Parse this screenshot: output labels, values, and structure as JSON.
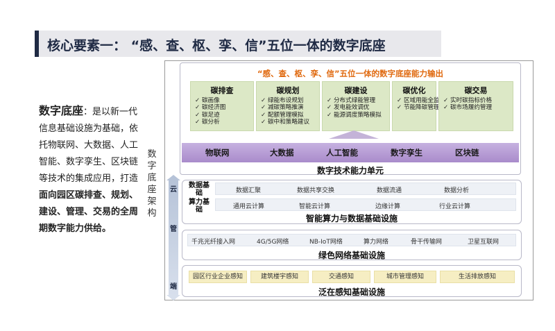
{
  "page": {
    "title": "核心要素一：  “感、查、枢、孪、信”五位一体的数字底座"
  },
  "intro": {
    "heading": "数字底座",
    "text_a": "：是以新一代信息基础设施为基础，依托物联网、大数据、人工智能、数字孪生、区块链等技术的集成应用，打造",
    "text_b": "面向园区碳排查、规划、建设、管理、交易的全周期数字能力供给。",
    "side_label": "数字底座架构"
  },
  "diagram": {
    "top_heading": "“感、查、枢、孪、信”五位一体的数字底座能力输出",
    "capabilities": [
      {
        "title": "碳排查",
        "items": [
          "碳画像",
          "碳经济图",
          "碳足迹",
          "碳分析"
        ]
      },
      {
        "title": "碳规划",
        "items": [
          "绿能布设规划",
          "减碳策略推演",
          "配额管理模拟",
          "碳中和策略建议"
        ]
      },
      {
        "title": "碳建设",
        "items": [
          "分布式绿能管理",
          "发电能效调优",
          "能源调度策略模拟"
        ]
      },
      {
        "title": "碳优化",
        "items": [
          "区域用能全监控",
          "节能降碳管理"
        ]
      },
      {
        "title": "碳交易",
        "items": [
          "实时碳指标价格",
          "碳市场履约管理"
        ]
      }
    ],
    "tech_items": [
      "物联网",
      "大数据",
      "人工智能",
      "数字孪生",
      "区块链"
    ],
    "tech_title": "数字技术能力单元",
    "side_arrow": [
      "云",
      "管",
      "端"
    ],
    "compute_layer": {
      "row1_label": "数据基础",
      "row1_cells": [
        "数据汇聚",
        "数据共享交换",
        "数据流通",
        "数据分析"
      ],
      "row2_label": "算力基础",
      "row2_cells": [
        "通用云计算",
        "智能云计算",
        "边缘计算",
        "行业云计算"
      ],
      "title": "智能算力与数据基础设施"
    },
    "network_layer": {
      "cells": [
        "千兆光纤接入网",
        "4G/5G网络",
        "NB-IoT网络",
        "算力网络",
        "骨干传输网",
        "卫星互联网"
      ],
      "title": "绿色网络基础设施"
    },
    "sensing_layer": {
      "cells": [
        "园区行业企业感知",
        "建筑楼宇感知",
        "交通感知",
        "城市管理感知",
        "生活排放感知"
      ],
      "title": "泛在感知基础设施"
    }
  },
  "colors": {
    "heading_orange": "#e06a10",
    "capability_green": "#dce8c6",
    "tech_purple": "#a98bcb",
    "sensing_yellow": "#f6eec3",
    "title_navy": "#1f2a44"
  }
}
